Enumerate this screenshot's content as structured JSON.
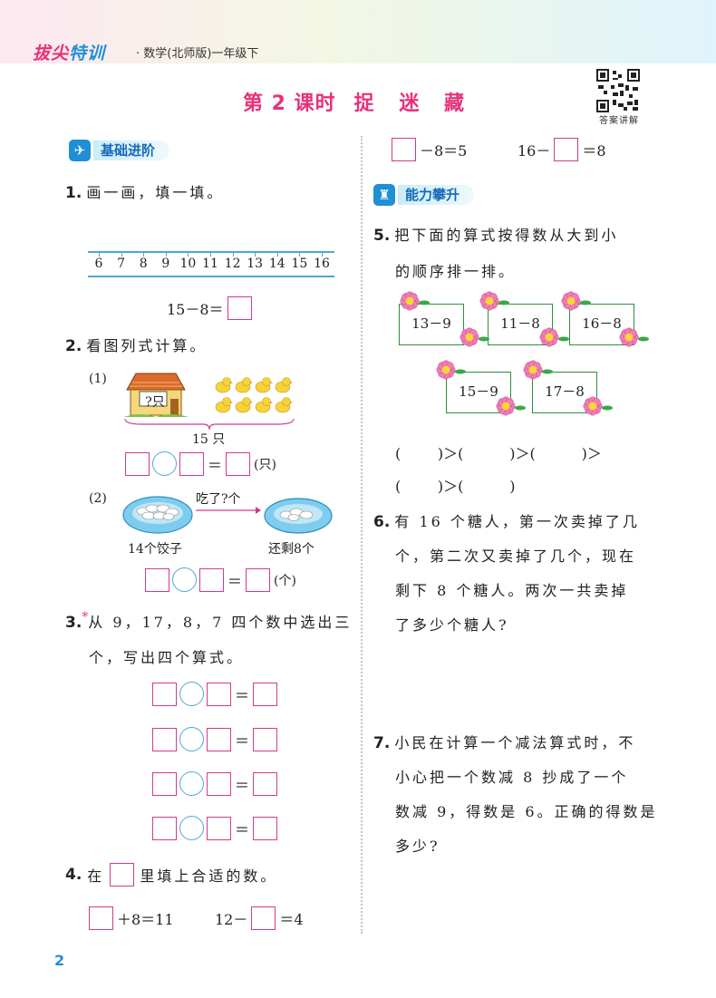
{
  "header": {
    "brand_a": "拔尖",
    "brand_b": "特训",
    "subtitle": "· 数学(北师版)一年级下"
  },
  "title": {
    "lesson": "第 2 课时",
    "topic": "捉 迷 藏"
  },
  "qr": {
    "label": "答案讲解"
  },
  "sections": {
    "basic": "基础进阶",
    "advanced": "能力攀升"
  },
  "q1": {
    "num": "1.",
    "text": "画一画，填一填。",
    "numbers": [
      "6",
      "7",
      "8",
      "9",
      "10",
      "11",
      "12",
      "13",
      "14",
      "15",
      "16"
    ],
    "equation": "15－8＝"
  },
  "q2": {
    "num": "2.",
    "text": "看图列式计算。",
    "p1_label": "(1)",
    "house_text": "?只",
    "brace_text": "15 只",
    "unit1": "(只)",
    "p2_label": "(2)",
    "arrow_text": "吃了?个",
    "left_caption": "14个饺子",
    "right_caption": "还剩8个",
    "unit2": "(个)"
  },
  "q3": {
    "num": "3.",
    "star": "*",
    "line1": "从 9，17，8，7 四个数中选出三",
    "line2": "个，写出四个算式。"
  },
  "q4": {
    "num": "4.",
    "text_pre": "在",
    "text_post": "里填上合适的数。",
    "eq_a": "＋8＝11",
    "eq_b_pre": "12－",
    "eq_b_post": "＝4",
    "eq_c": "－8＝5",
    "eq_d_pre": "16－",
    "eq_d_post": "＝8"
  },
  "q5": {
    "num": "5.",
    "line1": "把下面的算式按得数从大到小",
    "line2": "的顺序排一排。",
    "cards": [
      "13－9",
      "11－8",
      "16－8",
      "15－9",
      "17－8"
    ],
    "order_line1": "(        )＞(          )＞(          )＞",
    "order_line2": "(        )＞(          )"
  },
  "q6": {
    "num": "6.",
    "line1": "有 16 个糖人，第一次卖掉了几",
    "line2": "个，第二次又卖掉了几个，现在",
    "line3": "剩下 8 个糖人。两次一共卖掉",
    "line4": "了多少个糖人?"
  },
  "q7": {
    "num": "7.",
    "line1": "小民在计算一个减法算式时，不",
    "line2": "小心把一个数减 8 抄成了一个",
    "line3": "数减 9，得数是 6。正确的得数是",
    "line4": "多少?"
  },
  "page": {
    "number": "2"
  },
  "colors": {
    "accent": "#e8307a",
    "blue": "#1f8fd6",
    "box": "#d23a8a",
    "circle": "#4aa8d8"
  }
}
